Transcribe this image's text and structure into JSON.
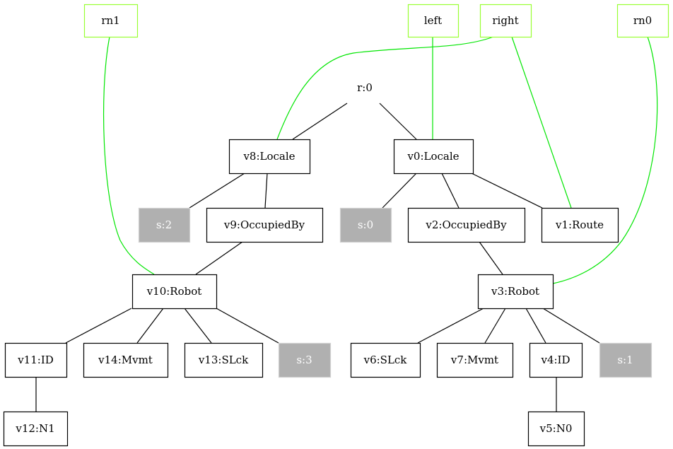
{
  "diagram": {
    "type": "directed-tree",
    "colors": {
      "tree_edge": "#000000",
      "ref_edge": "#00e600",
      "ref_node_border": "#99ff33",
      "node_border": "#000000",
      "state_fill": "#b0b0b0",
      "state_text": "#ffffff"
    },
    "nodes": [
      {
        "id": "rn1",
        "label": "rn1",
        "kind": "ref"
      },
      {
        "id": "left",
        "label": "left",
        "kind": "ref"
      },
      {
        "id": "right",
        "label": "right",
        "kind": "ref"
      },
      {
        "id": "rn0",
        "label": "rn0",
        "kind": "ref"
      },
      {
        "id": "r0",
        "label": "r:0",
        "kind": "root"
      },
      {
        "id": "v8",
        "label": "v8:Locale",
        "kind": "node"
      },
      {
        "id": "v0",
        "label": "v0:Locale",
        "kind": "node"
      },
      {
        "id": "s2",
        "label": "s:2",
        "kind": "state"
      },
      {
        "id": "v9",
        "label": "v9:OccupiedBy",
        "kind": "node"
      },
      {
        "id": "s0",
        "label": "s:0",
        "kind": "state"
      },
      {
        "id": "v2",
        "label": "v2:OccupiedBy",
        "kind": "node"
      },
      {
        "id": "v1",
        "label": "v1:Route",
        "kind": "node"
      },
      {
        "id": "v10",
        "label": "v10:Robot",
        "kind": "node"
      },
      {
        "id": "v3",
        "label": "v3:Robot",
        "kind": "node"
      },
      {
        "id": "v11",
        "label": "v11:ID",
        "kind": "node"
      },
      {
        "id": "v14",
        "label": "v14:Mvmt",
        "kind": "node"
      },
      {
        "id": "v13",
        "label": "v13:SLck",
        "kind": "node"
      },
      {
        "id": "s3",
        "label": "s:3",
        "kind": "state"
      },
      {
        "id": "v6",
        "label": "v6:SLck",
        "kind": "node"
      },
      {
        "id": "v7",
        "label": "v7:Mvmt",
        "kind": "node"
      },
      {
        "id": "v4",
        "label": "v4:ID",
        "kind": "node"
      },
      {
        "id": "s1",
        "label": "s:1",
        "kind": "state"
      },
      {
        "id": "v12",
        "label": "v12:N1",
        "kind": "node"
      },
      {
        "id": "v5",
        "label": "v5:N0",
        "kind": "node"
      }
    ],
    "edges": [
      {
        "from": "r0",
        "to": "v8",
        "kind": "tree"
      },
      {
        "from": "r0",
        "to": "v0",
        "kind": "tree"
      },
      {
        "from": "v8",
        "to": "s2",
        "kind": "tree"
      },
      {
        "from": "v8",
        "to": "v9",
        "kind": "tree"
      },
      {
        "from": "v0",
        "to": "s0",
        "kind": "tree"
      },
      {
        "from": "v0",
        "to": "v2",
        "kind": "tree"
      },
      {
        "from": "v0",
        "to": "v1",
        "kind": "tree"
      },
      {
        "from": "v9",
        "to": "v10",
        "kind": "tree"
      },
      {
        "from": "v2",
        "to": "v3",
        "kind": "tree"
      },
      {
        "from": "v10",
        "to": "v11",
        "kind": "tree"
      },
      {
        "from": "v10",
        "to": "v14",
        "kind": "tree"
      },
      {
        "from": "v10",
        "to": "v13",
        "kind": "tree"
      },
      {
        "from": "v10",
        "to": "s3",
        "kind": "tree"
      },
      {
        "from": "v3",
        "to": "v6",
        "kind": "tree"
      },
      {
        "from": "v3",
        "to": "v7",
        "kind": "tree"
      },
      {
        "from": "v3",
        "to": "v4",
        "kind": "tree"
      },
      {
        "from": "v3",
        "to": "s1",
        "kind": "tree"
      },
      {
        "from": "v11",
        "to": "v12",
        "kind": "tree"
      },
      {
        "from": "v4",
        "to": "v5",
        "kind": "tree"
      },
      {
        "from": "rn1",
        "to": "v10",
        "kind": "ref"
      },
      {
        "from": "left",
        "to": "v0",
        "kind": "ref"
      },
      {
        "from": "right",
        "to": "v8",
        "kind": "ref"
      },
      {
        "from": "right",
        "to": "v1",
        "kind": "ref"
      },
      {
        "from": "rn0",
        "to": "v3",
        "kind": "ref"
      }
    ]
  }
}
